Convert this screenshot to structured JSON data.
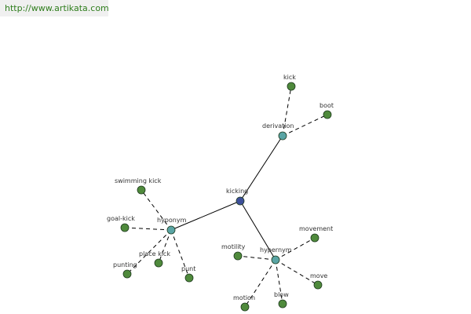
{
  "source": {
    "url": "http://www.artikata.com"
  },
  "colors": {
    "root": "#3d4f9a",
    "relation": "#5aa5a5",
    "leaf": "#4f8a3c",
    "edge": "#000000"
  },
  "nodes": [
    {
      "id": "kicking",
      "label": "kicking",
      "kind": "root"
    },
    {
      "id": "derivation",
      "label": "derivation",
      "kind": "relation"
    },
    {
      "id": "hyponym",
      "label": "hyponym",
      "kind": "relation"
    },
    {
      "id": "hypernym",
      "label": "hypernym",
      "kind": "relation"
    },
    {
      "id": "kick",
      "label": "kick",
      "kind": "leaf"
    },
    {
      "id": "boot",
      "label": "boot",
      "kind": "leaf"
    },
    {
      "id": "swimming-kick",
      "label": "swimming kick",
      "kind": "leaf"
    },
    {
      "id": "goal-kick",
      "label": "goal-kick",
      "kind": "leaf"
    },
    {
      "id": "place-kick",
      "label": "place kick",
      "kind": "leaf"
    },
    {
      "id": "punting",
      "label": "punting",
      "kind": "leaf"
    },
    {
      "id": "punt",
      "label": "punt",
      "kind": "leaf"
    },
    {
      "id": "motility",
      "label": "motility",
      "kind": "leaf"
    },
    {
      "id": "movement",
      "label": "movement",
      "kind": "leaf"
    },
    {
      "id": "move",
      "label": "move",
      "kind": "leaf"
    },
    {
      "id": "blow",
      "label": "blow",
      "kind": "leaf"
    },
    {
      "id": "motion",
      "label": "motion",
      "kind": "leaf"
    }
  ],
  "edges": [
    {
      "from": "kicking",
      "to": "derivation",
      "style": "solid"
    },
    {
      "from": "kicking",
      "to": "hyponym",
      "style": "solid"
    },
    {
      "from": "kicking",
      "to": "hypernym",
      "style": "solid"
    },
    {
      "from": "derivation",
      "to": "kick",
      "style": "dashed"
    },
    {
      "from": "derivation",
      "to": "boot",
      "style": "dashed"
    },
    {
      "from": "hyponym",
      "to": "swimming-kick",
      "style": "dashed"
    },
    {
      "from": "hyponym",
      "to": "goal-kick",
      "style": "dashed"
    },
    {
      "from": "hyponym",
      "to": "place-kick",
      "style": "dashed"
    },
    {
      "from": "hyponym",
      "to": "punting",
      "style": "dashed"
    },
    {
      "from": "hyponym",
      "to": "punt",
      "style": "dashed"
    },
    {
      "from": "hypernym",
      "to": "motility",
      "style": "dashed"
    },
    {
      "from": "hypernym",
      "to": "movement",
      "style": "dashed"
    },
    {
      "from": "hypernym",
      "to": "move",
      "style": "dashed"
    },
    {
      "from": "hypernym",
      "to": "blow",
      "style": "dashed"
    },
    {
      "from": "hypernym",
      "to": "motion",
      "style": "dashed"
    }
  ]
}
